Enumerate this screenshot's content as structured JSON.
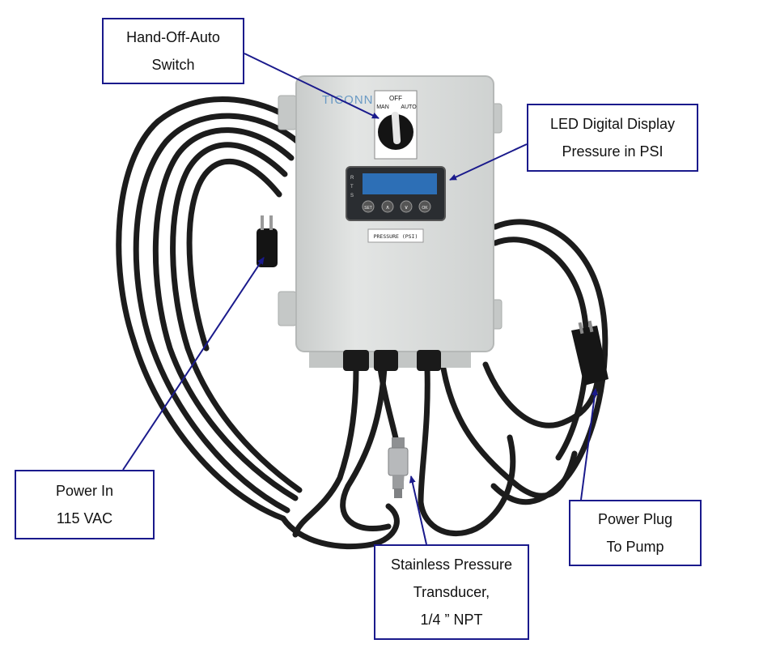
{
  "callouts": {
    "hand_off_auto": {
      "line1": "Hand-Off-Auto",
      "line2": "Switch"
    },
    "led_display": {
      "line1": "LED Digital Display",
      "line2": "Pressure in PSI"
    },
    "power_in": {
      "line1": "Power In",
      "line2": "115 VAC"
    },
    "power_plug": {
      "line1": "Power Plug",
      "line2": "To Pump"
    },
    "transducer": {
      "line1": "Stainless Pressure",
      "line2": "Transducer,",
      "line3": "1/4 ” NPT"
    }
  },
  "panel": {
    "brand": "TICONN",
    "switch_off": "OFF",
    "switch_man": "MAN",
    "switch_auto": "AUTO",
    "led_indicators": [
      "R",
      "T",
      "S"
    ],
    "buttons": [
      "SET",
      "∧",
      "∨",
      "OK"
    ],
    "label_plate": "PRESSURE (PSI)"
  },
  "colors": {
    "callout_border": "#1a1a8c",
    "arrow": "#1a1a8c",
    "enclosure": "#dcdedd",
    "cable": "#1c1c1c"
  }
}
